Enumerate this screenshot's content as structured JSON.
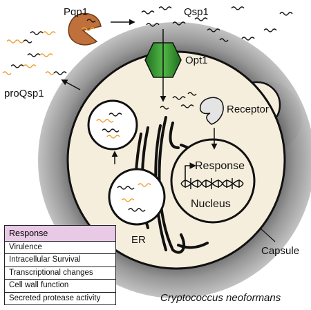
{
  "labels": {
    "pqp1": "Pqp1",
    "qsp1": "Qsp1",
    "opt1": "Opt1",
    "proqsp1": "proQsp1",
    "receptor": "Receptor",
    "response": "Response",
    "nucleus": "Nucleus",
    "er": "ER",
    "capsule": "Capsule",
    "species": "Cryptococcus neoformans"
  },
  "response_table": {
    "header": "Response",
    "items": [
      "Virulence",
      "Intracellular Survival",
      "Transcriptional changes",
      "Cell wall function",
      "Secreted protease activity"
    ]
  },
  "colors": {
    "capsule_gray": "#8a8a8a",
    "cell_fill": "#f6eedd",
    "transporter_green": "#3c9a35",
    "protease_brown": "#c0703a",
    "peptide_orange": "#f0a030",
    "receptor_fill": "#e4e4e4",
    "table_header": "#e8c9e6"
  }
}
